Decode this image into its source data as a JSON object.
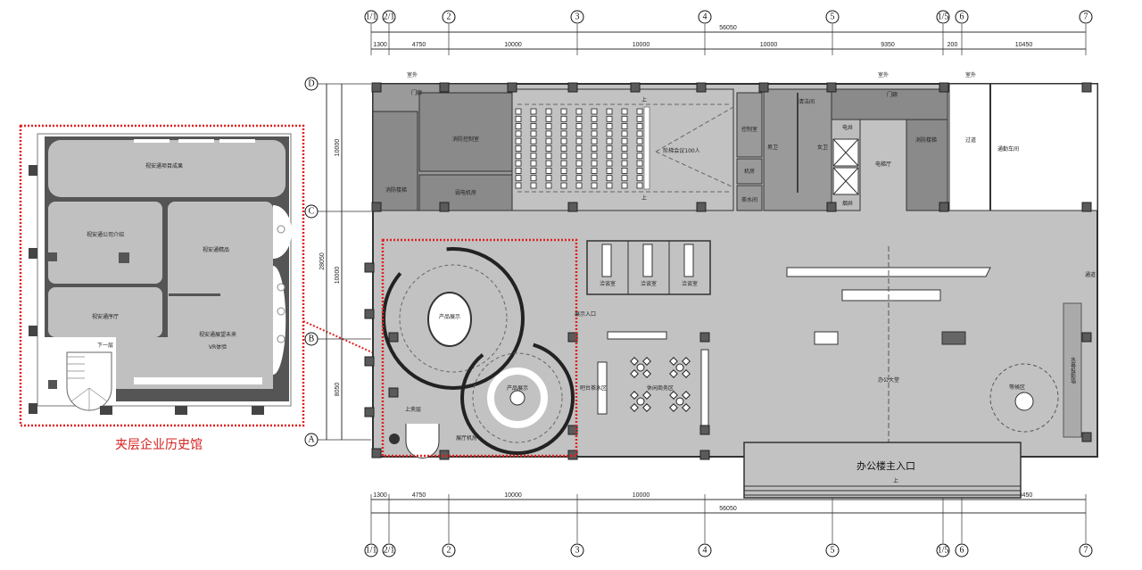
{
  "inset": {
    "caption": "夹层企业历史馆",
    "rooms": {
      "project_results": "视安通项目成果",
      "company_intro": "视安通公司介绍",
      "boutique": "视安通精品",
      "prelude_hall": "视安通序厅",
      "future_vr_1": "视安通展望未来",
      "future_vr_2": "VR体验",
      "down_stairs": "下一层"
    },
    "highlight_color": "#e02020"
  },
  "grid": {
    "x_axes": [
      "1/1",
      "2/1",
      "2",
      "3",
      "4",
      "5",
      "1/5",
      "6",
      "7"
    ],
    "y_axes": [
      "D",
      "C",
      "B",
      "A"
    ],
    "overall_x": "56050",
    "x_segments": [
      "1300",
      "4750",
      "10000",
      "10000",
      "10000",
      "9350",
      "200",
      "10450"
    ],
    "overall_y": "28050",
    "y_segments": [
      "10000",
      "10000",
      "8050"
    ]
  },
  "plan": {
    "outdoor": [
      "室外",
      "室外",
      "室外"
    ],
    "rooms": {
      "guard_left": "门廊",
      "fire_control": "消防控制室",
      "fire_stair_left": "消防楼梯",
      "weak_current": "弱电机房",
      "lecture_hall": "阶梯会议100人",
      "control_room": "控制室",
      "machine_room": "机房",
      "tea_room": "茶水间",
      "mens_wc": "男卫",
      "womens_wc": "女卫",
      "cleaning": "清洁间",
      "elec_shaft": "电井",
      "elevator_hall": "电梯厅",
      "smoke_shaft": "烟井",
      "guard_right": "门廊",
      "fire_stair_right": "消防楼梯",
      "corridor": "过道",
      "shuttle_bay": "通勤车间",
      "meeting_1": "洽谈室",
      "meeting_2": "洽谈室",
      "meeting_3": "洽谈室",
      "exhibit_entrance": "展示入口",
      "bar_tea": "吧台茶水区",
      "business_lounge": "休闲商务区",
      "product_display_1": "产品展示",
      "product_display_2": "产品展示",
      "to_mezzanine": "上夹层",
      "exhibit_machine": "展厅机房",
      "lobby": "办公大堂",
      "waiting": "等候区",
      "water_wall": "水幕投影墙",
      "passage": "通道",
      "main_entrance": "办公楼主入口",
      "up_1": "上",
      "up_2": "上",
      "up_3": "上"
    }
  }
}
